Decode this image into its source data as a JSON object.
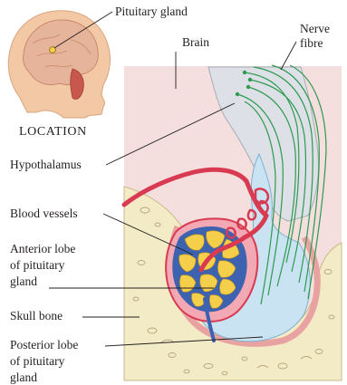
{
  "location_inset": {
    "caption": "LOCATION",
    "pituitary_label": "Pituitary gland"
  },
  "labels": {
    "brain": "Brain",
    "nerve_fibre": [
      "Nerve",
      "fibre"
    ],
    "hypothalamus": "Hypothalamus",
    "blood_vessels": "Blood vessels",
    "anterior_lobe": [
      "Anterior lobe",
      "of pituitary",
      "gland"
    ],
    "skull_bone": "Skull bone",
    "posterior_lobe": [
      "Posterior lobe",
      "of pituitary",
      "gland"
    ]
  },
  "colors": {
    "skin": "#f2c9a4",
    "brain_tissue": "#f4dede",
    "nerve_fibre": "#2e9a4f",
    "blood_vessel": "#d83a52",
    "vein": "#3d62b0",
    "anterior_lobe": "#f6cf4a",
    "posterior_lobe": "#c9e3f2",
    "skull_bone": "#f3ebc5"
  }
}
